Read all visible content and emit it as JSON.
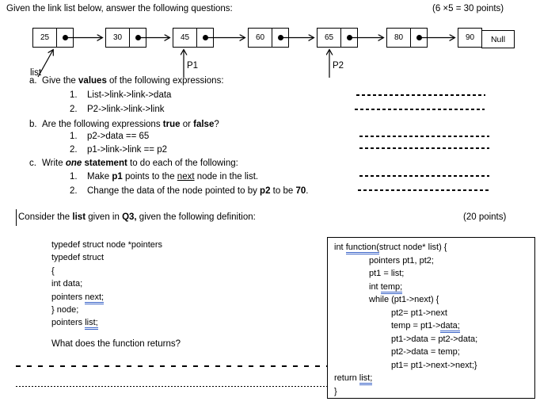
{
  "colors": {
    "spellcheck_blue": "#3b64c8",
    "text": "#000000"
  },
  "q1": {
    "title": "Given the link list below, answer the following questions:",
    "points": "(6 ×5 = 30 points)"
  },
  "diagram": {
    "node_values": [
      "25",
      "30",
      "45",
      "60",
      "65",
      "80",
      "90"
    ],
    "null_label": "Null",
    "list_label": "list",
    "p1_label": "P1",
    "p2_label": "P2"
  },
  "qa": {
    "label": "a.",
    "t1": "Give the ",
    "t2": "values",
    "t3": " of the following expressions:",
    "i1_num": "1.",
    "i1_text": "List->link->link->data",
    "i2_num": "2.",
    "i2_text": "P2->link->link->link"
  },
  "qb": {
    "label": "b.",
    "t1": "Are the following expressions ",
    "t2": "true",
    "t3": " or ",
    "t4": "false",
    "t5": "?",
    "i1_num": "1.",
    "i1_text": "p2->data == 65",
    "i2_num": "2.",
    "i2_text": "p1->link->link == p2"
  },
  "qc": {
    "label": "c.",
    "t1": "Write ",
    "t2": "one",
    "t3": " statement",
    "t4": " to do each of the following:",
    "i1_num": "1.",
    "i1_t1": "Make ",
    "i1_t2": "p1",
    "i1_t3": " points to the ",
    "i1_t4": "next",
    "i1_t5": " node in the list.",
    "i2_num": "2.",
    "i2_t1": "Change the data of the node pointed to by ",
    "i2_t2": "p2",
    "i2_t3": " to be ",
    "i2_t4": "70",
    "i2_t5": "."
  },
  "q2": {
    "t1": "Consider the ",
    "t2": "list",
    "t3": " given in ",
    "t4": "Q3,",
    "t5": " given the following definition:",
    "points": "(20 points)"
  },
  "code_left": {
    "l1": "typedef struct node *pointers",
    "l2": "typedef struct",
    "l3": "{",
    "l4": "int data;",
    "l5a": "pointers ",
    "l5b": "next;",
    "l6": "} node;",
    "l7a": "pointers ",
    "l7b": "list;",
    "question": "What does the function returns?"
  },
  "code_box": {
    "l1a": "int ",
    "l1b": "function(",
    "l1c": "struct node* list) {",
    "l2": "pointers pt1, pt2;",
    "l3": "pt1 = list;",
    "l4a": "int ",
    "l4b": "temp;",
    "l5": "while (pt1->next) {",
    "l6": "pt2= pt1->next",
    "l7a": "temp = pt1->",
    "l7b": "data;",
    "l8": "pt1->data = pt2->data;",
    "l9": "pt2->data = temp;",
    "l10": "pt1= pt1->next->next;}",
    "l11a": "return ",
    "l11b": "list;",
    "l12": "}"
  }
}
